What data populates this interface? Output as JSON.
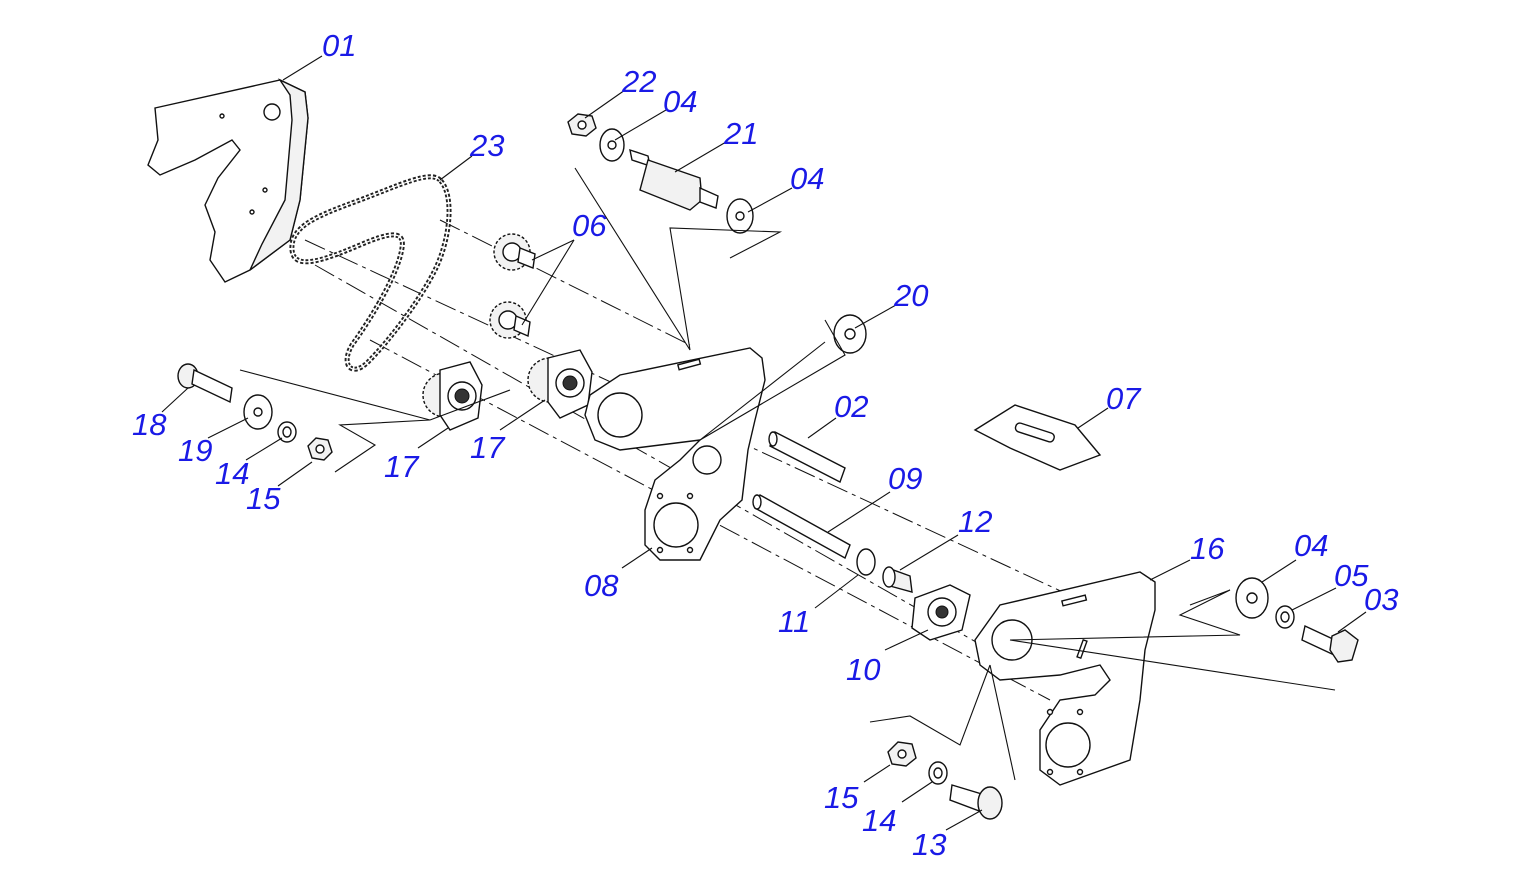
{
  "diagram": {
    "type": "exploded-parts-diagram",
    "label_color": "#1a1ae6",
    "line_color": "#111111",
    "labels": [
      {
        "id": "l01a",
        "text": "01"
      },
      {
        "id": "l23",
        "text": "23"
      },
      {
        "id": "l22",
        "text": "22"
      },
      {
        "id": "l04a",
        "text": "04"
      },
      {
        "id": "l21",
        "text": "21"
      },
      {
        "id": "l04b",
        "text": "04"
      },
      {
        "id": "l06",
        "text": "06"
      },
      {
        "id": "l20",
        "text": "20"
      },
      {
        "id": "l07",
        "text": "07"
      },
      {
        "id": "l02",
        "text": "02"
      },
      {
        "id": "l18",
        "text": "18"
      },
      {
        "id": "l19",
        "text": "19"
      },
      {
        "id": "l14a",
        "text": "14"
      },
      {
        "id": "l15a",
        "text": "15"
      },
      {
        "id": "l17a",
        "text": "17"
      },
      {
        "id": "l17b",
        "text": "17"
      },
      {
        "id": "l09",
        "text": "09"
      },
      {
        "id": "l12",
        "text": "12"
      },
      {
        "id": "l16",
        "text": "16"
      },
      {
        "id": "l04c",
        "text": "04"
      },
      {
        "id": "l05",
        "text": "05"
      },
      {
        "id": "l03",
        "text": "03"
      },
      {
        "id": "l08",
        "text": "08"
      },
      {
        "id": "l11",
        "text": "11"
      },
      {
        "id": "l10",
        "text": "10"
      },
      {
        "id": "l15b",
        "text": "15"
      },
      {
        "id": "l14b",
        "text": "14"
      },
      {
        "id": "l13",
        "text": "13"
      }
    ]
  }
}
